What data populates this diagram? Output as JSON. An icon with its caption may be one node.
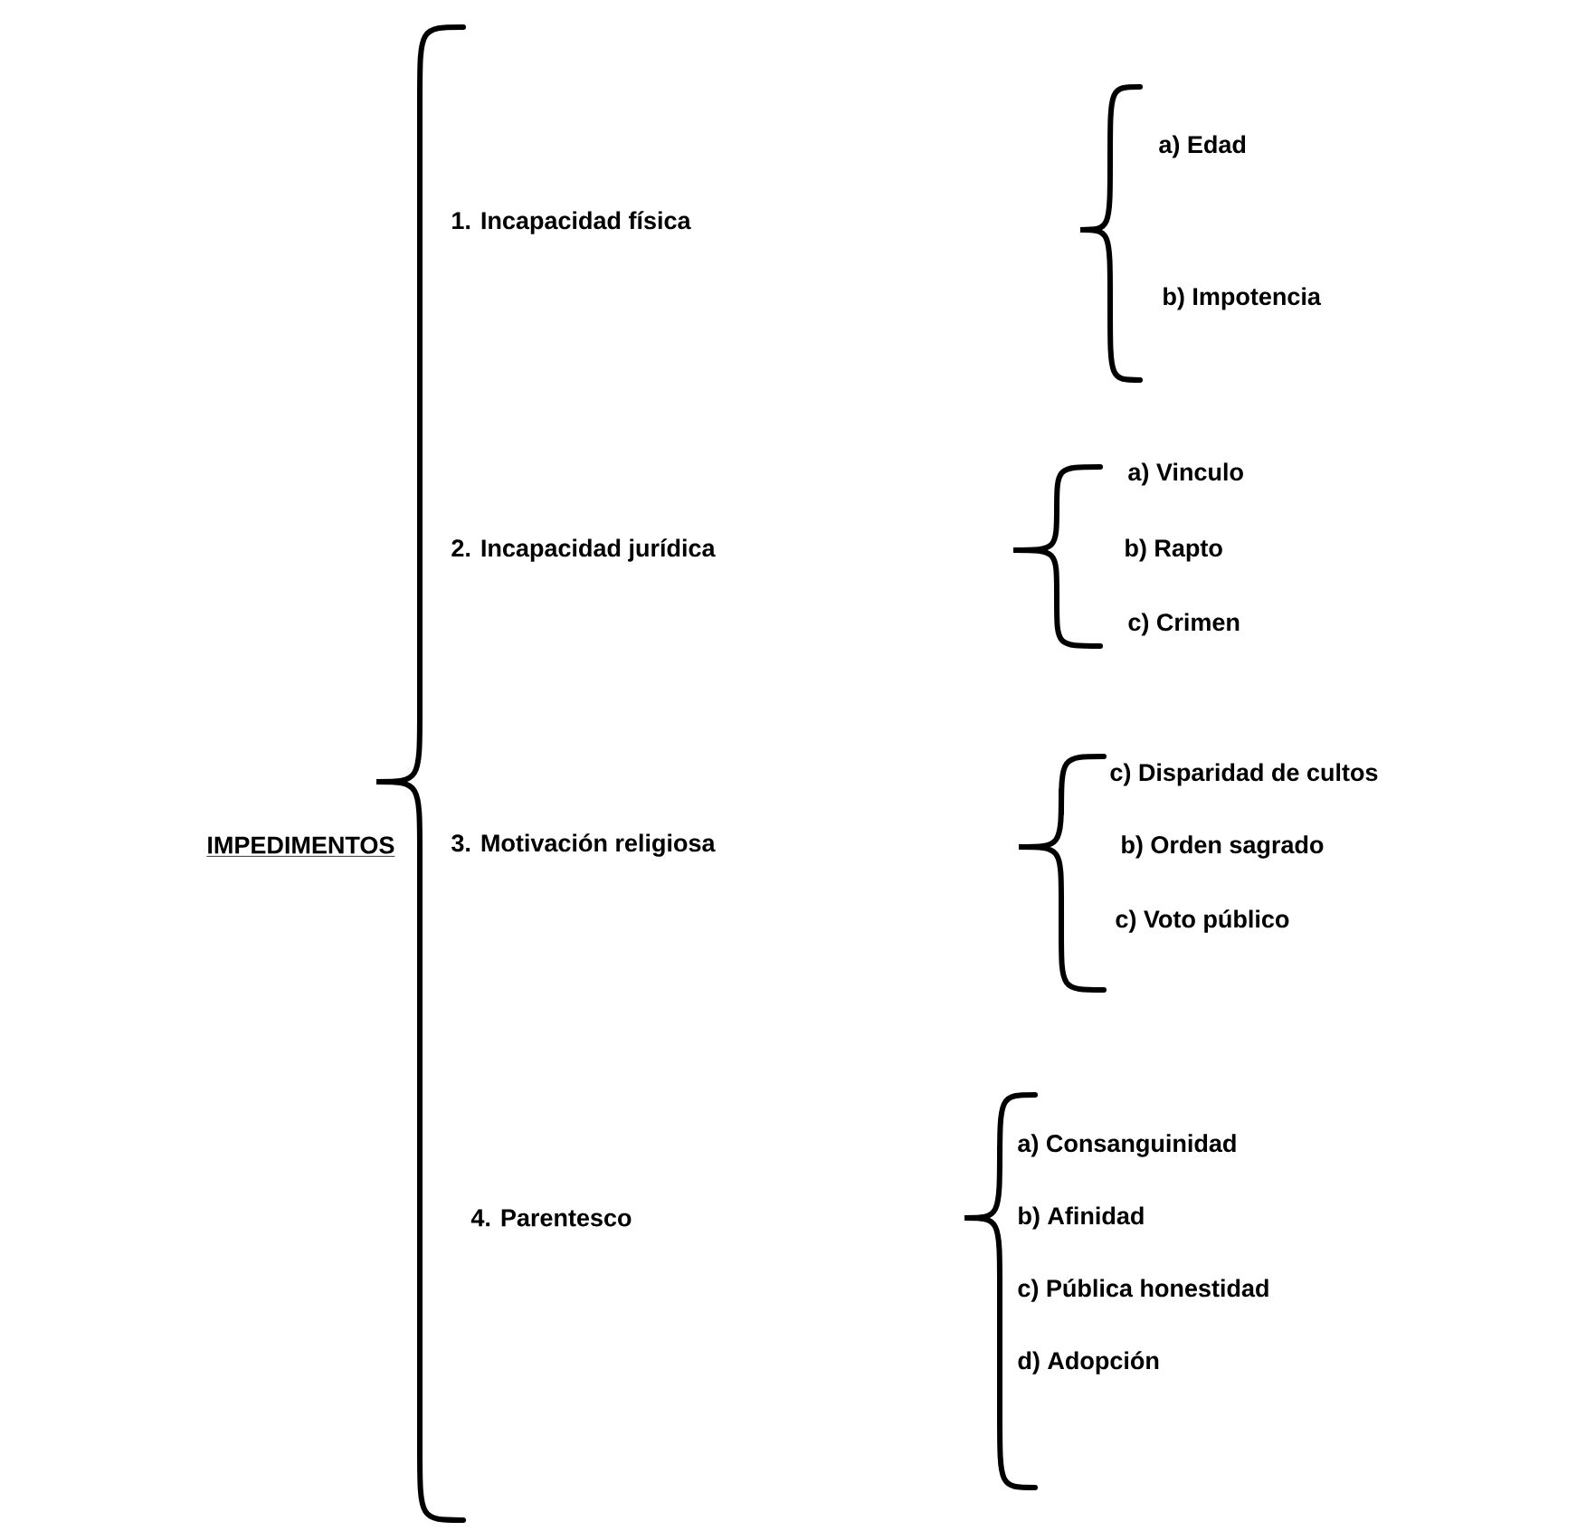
{
  "diagram": {
    "labels": [
      "IMPEDIMENTOS",
      "1. Incapacidad física",
      "a) Edad",
      "b) Impotencia",
      "2. Incapacidad jurídica",
      "a) Vinculo",
      "b) Rapto",
      "c) Crimen",
      "3. Motivación religiosa",
      "c) Disparidad de cultos",
      "b) Orden sagrado",
      "c) Voto público",
      "4. Parentesco",
      "a) Consanguinidad",
      "b) Afinidad",
      "c) Pública honestidad",
      "d) Adopción"
    ]
  }
}
